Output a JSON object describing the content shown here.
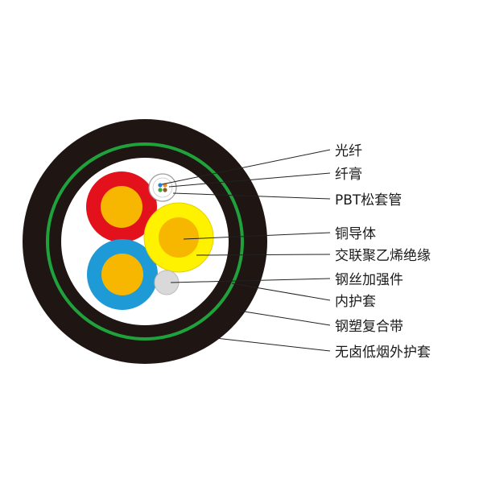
{
  "labels": {
    "fiber": "光纤",
    "fiber_gel": "纤膏",
    "pbt_tube": "PBT松套管",
    "copper_conductor": "铜导体",
    "xlpe_insulation": "交联聚乙烯绝缘",
    "steel_wire_strength": "钢丝加强件",
    "inner_sheath": "内护套",
    "steel_plastic_tape": "钢塑复合带",
    "lszh_outer_sheath": "无卤低烟外护套"
  },
  "colors": {
    "outer_sheath": "#1f1512",
    "steel_tape": "#1fa23b",
    "filler": "#ffffff",
    "red_insulation": "#e3111c",
    "yellow_insulation": "#fff200",
    "blue_insulation": "#1e9ad6",
    "copper": "#f7b600",
    "steel_wire": "#d9d9d9",
    "fiber_blue": "#2a7fd0",
    "fiber_orange": "#f08a1c",
    "fiber_green": "#3aaa3a",
    "fiber_brown": "#8a5a2b"
  }
}
